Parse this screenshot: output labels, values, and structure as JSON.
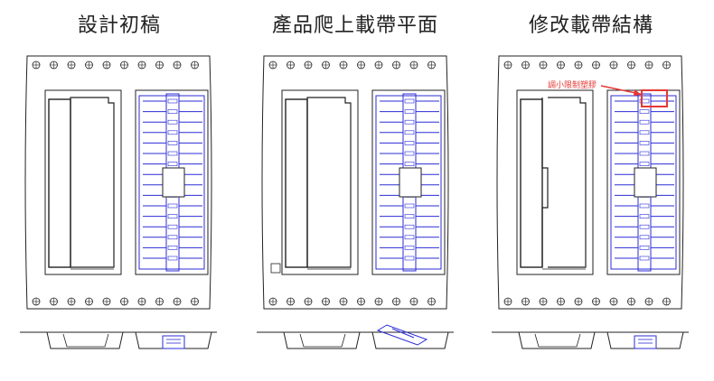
{
  "panels": [
    {
      "title": "設計初稿"
    },
    {
      "title": "產品爬上載帶平面"
    },
    {
      "title": "修改載帶結構"
    }
  ],
  "annotation": {
    "text": "調小限制塑膠"
  },
  "colors": {
    "line": "#222222",
    "blue": "#2b2bd6",
    "red": "#e53935"
  }
}
